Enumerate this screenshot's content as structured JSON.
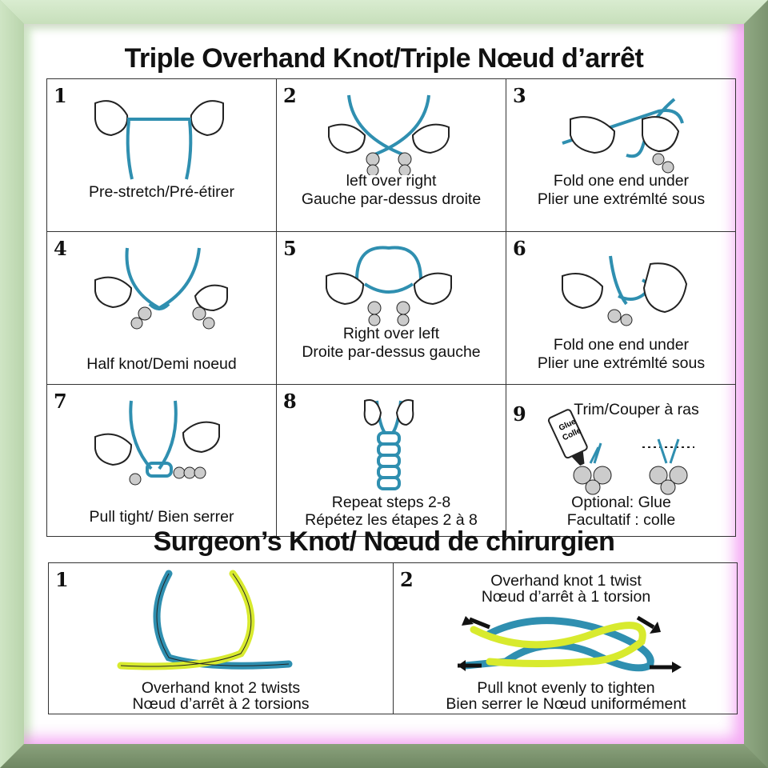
{
  "title_triple": "Triple Overhand Knot/Triple Nœud d’arrêt",
  "title_surgeon": "Surgeon’s Knot/ Nœud de chirurgien",
  "colors": {
    "cord_blue": "#2f8fb0",
    "cord_yellow": "#d8ea2e",
    "frame_green": "#9bb78e",
    "glow": "#f08cf0"
  },
  "triple_steps": [
    {
      "num": "1",
      "line1": "Pre-stretch/Pré-étirer",
      "line2": ""
    },
    {
      "num": "2",
      "line1": "left over right",
      "line2": "Gauche par-dessus droite"
    },
    {
      "num": "3",
      "line1": "Fold one end under",
      "line2": "Plier une extrémlté sous"
    },
    {
      "num": "4",
      "line1": "Half knot/Demi noeud",
      "line2": ""
    },
    {
      "num": "5",
      "line1": "Right over left",
      "line2": "Droite par-dessus gauche"
    },
    {
      "num": "6",
      "line1": "Fold one end under",
      "line2": "Plier une extrémlté sous"
    },
    {
      "num": "7",
      "line1": "Pull tight/ Bien serrer",
      "line2": ""
    },
    {
      "num": "8",
      "line1": "Repeat steps 2-8",
      "line2": "Répétez les étapes 2 à 8"
    },
    {
      "num": "9",
      "line1": "Optional: Glue",
      "line2": "Facultatif : colle",
      "extra": "Trim/Couper à ras",
      "glue": "Glue",
      "colle": "Colle"
    }
  ],
  "surgeon_steps": [
    {
      "num": "1",
      "line1": "Overhand knot 2 twists",
      "line2": "Nœud d’arrêt à 2 torsions"
    },
    {
      "num": "2",
      "top1": "Overhand knot 1 twist",
      "top2": "Nœud d’arrêt à 1 torsion",
      "line1": "Pull knot evenly to tighten",
      "line2": "Bien serrer le Nœud uniformément"
    }
  ]
}
